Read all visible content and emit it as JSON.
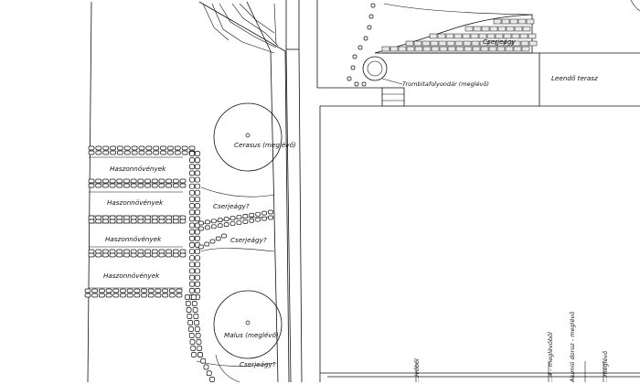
{
  "labels": {
    "cerasus": "Cerasus (meglévő)",
    "malus": "Malus (meglévő)",
    "trombita": "Trombitafolyondár (meglévő)",
    "cserjeagy": "Cserjeágy",
    "cserjeagy_q": "Cserjeágy?",
    "terasz": "Leendő terasz",
    "haszon": "Haszonnövények",
    "edge1": "...ivőből",
    "edge2": "...4 - meglévőből",
    "edge3": "Alumíó doroz - meglévő",
    "edge4": "...meglévő"
  },
  "colors": {
    "line": "#111111",
    "paver": "#e9e9e9",
    "background": "#ffffff"
  }
}
